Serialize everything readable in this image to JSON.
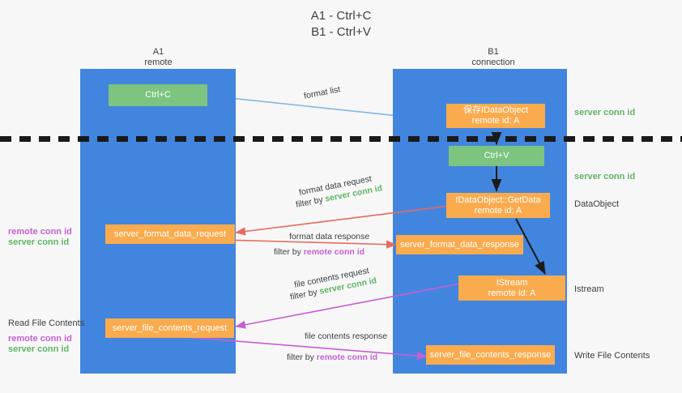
{
  "title": {
    "line1": "A1 - Ctrl+C",
    "line2": "B1 - Ctrl+V"
  },
  "columns": [
    {
      "name": "A1",
      "sub": "remote"
    },
    {
      "name": "B1",
      "sub": "connection"
    }
  ],
  "nodes": [
    {
      "id": "ctrl-c",
      "label": "Ctrl+C",
      "sub": "",
      "color": "green"
    },
    {
      "id": "save-idataobject",
      "label": "保存IDataObject",
      "sub": "remote id: A",
      "color": "orange"
    },
    {
      "id": "ctrl-v",
      "label": "Ctrl+V",
      "sub": "",
      "color": "green"
    },
    {
      "id": "idataobject-getdata",
      "label": "IDataObject::GetData",
      "sub": "remote id: A",
      "color": "orange"
    },
    {
      "id": "server-format-data-request",
      "label": "server_format_data_request",
      "sub": "",
      "color": "orange"
    },
    {
      "id": "server-format-data-response",
      "label": "server_format_data_response",
      "sub": "",
      "color": "orange"
    },
    {
      "id": "istream",
      "label": "IStream",
      "sub": "remote id: A",
      "color": "orange"
    },
    {
      "id": "server-file-contents-request",
      "label": "server_file_contents_request",
      "sub": "",
      "color": "orange"
    },
    {
      "id": "server-file-contents-response",
      "label": "server_file_contents_response",
      "sub": "",
      "color": "orange"
    }
  ],
  "edge_labels": {
    "format_list": "format list",
    "format_data_request": "format data request",
    "format_data_request_filter_prefix": "filter by",
    "format_data_request_filter_key": "server conn id",
    "format_data_response": "format data response",
    "format_data_response_filter_prefix": "filter by",
    "format_data_response_filter_key": "remote conn id",
    "file_contents_request": "file contents request",
    "file_contents_request_filter_prefix": "filter by",
    "file_contents_request_filter_key": "server conn id",
    "file_contents_response": "file contents response",
    "file_contents_response_filter_prefix": "filter by",
    "file_contents_response_filter_key": "remote conn id"
  },
  "annotations": {
    "server_conn_id_top": "server conn id",
    "server_conn_id_second": "server conn id",
    "dataobject": "DataObject",
    "istream": "Istream",
    "write_file_contents": "Write File Contents",
    "read_file_contents": "Read File Contents",
    "left_remote_conn_id_1": "remote conn id",
    "left_server_conn_id_1": "server conn id",
    "left_remote_conn_id_2": "remote conn id",
    "left_server_conn_id_2": "server conn id"
  },
  "colors": {
    "lane": "#4285de",
    "orange": "#f9ab4e",
    "green": "#7cc47f",
    "green_text": "#5fb565",
    "magenta_text": "#c65fd0",
    "blue_arrow": "#7cb8e8",
    "red_arrow": "#e8685f",
    "magenta_arrow": "#c65fd0",
    "black_arrow": "#1a1a1a",
    "background": "#f7f7f7"
  }
}
